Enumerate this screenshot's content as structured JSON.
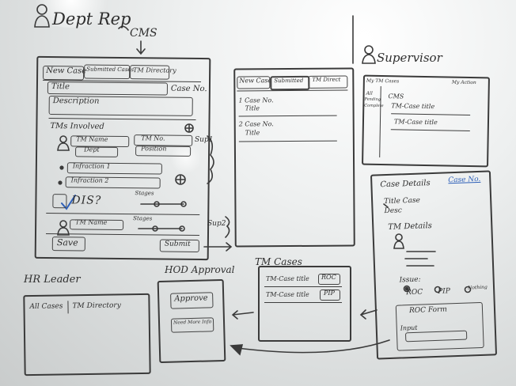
{
  "dept_rep": {
    "title": "Dept Rep",
    "cms_note": "CMS",
    "tabs": [
      "New Case",
      "Submitted Cases",
      "TM Directory"
    ],
    "title_field": "Title",
    "case_no": "Case No.",
    "description": "Description",
    "tm_involved": "TMs Involved",
    "tm_name": "TM Name",
    "tm_no": "TM No.",
    "dept": "Dept",
    "position": "Position",
    "infraction_1": "Infraction 1",
    "infraction_2": "Infraction 2",
    "dis": "DIS?",
    "stages": "Stages",
    "sup1": "Sup1",
    "sup2": "Sup2",
    "save": "Save",
    "submit": "Submit"
  },
  "submitted": {
    "tabs": [
      "New Case",
      "Submitted",
      "TM Direct"
    ],
    "item1_no": "1 Case No.",
    "item1_title": "Title",
    "item2_no": "2 Case No.",
    "item2_title": "Title"
  },
  "supervisor": {
    "title": "Supervisor",
    "col1_header": "My TM Cases",
    "col2_header": "My Action",
    "col1_lines": [
      "All",
      "Pending",
      "Complete"
    ],
    "cms": "CMS",
    "item1": "TM-Case title",
    "item2": "TM-Case title"
  },
  "case_details": {
    "title": "Case Details",
    "case_no": "Case No.",
    "title_field": "Title Case",
    "desc": "Desc",
    "tm_details": "TM Details",
    "issue": "Issue:",
    "opt_roc": "ROC",
    "opt_pip": "PIP",
    "opt_other": "Nothing",
    "form_title": "ROC Form",
    "input": "Input"
  },
  "tm_cases": {
    "title": "TM Cases",
    "row1": "TM-Case title",
    "badge1": "ROC",
    "row2": "TM-Case title",
    "badge2": "PIP"
  },
  "hod": {
    "title": "HOD Approval",
    "approve": "Approve",
    "need_more": "Need More Info"
  },
  "hr": {
    "title": "HR Leader",
    "cases": "All Cases",
    "dir": "TM Directory"
  },
  "colors": {
    "ink": "#2e2e2e",
    "check": "#2d5fb8",
    "board": "#e6e8e8"
  }
}
